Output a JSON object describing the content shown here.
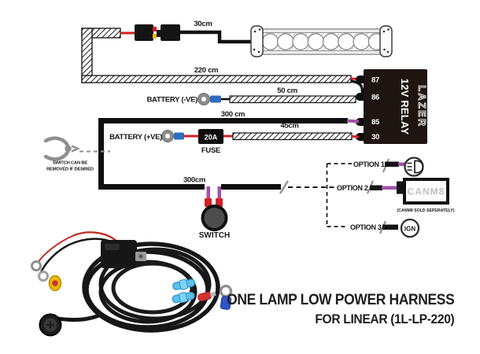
{
  "title": {
    "line1": "ONE LAMP LOW POWER HARNESS",
    "line2": "FOR LINEAR (1L-LP-220)"
  },
  "relay": {
    "name": "12V RELAY",
    "brand": "LAZER",
    "terminals": [
      "87",
      "86",
      "85",
      "30"
    ]
  },
  "labels": {
    "wire_30cm": "30cm",
    "wire_220cm": "220 cm",
    "wire_50cm": "50 cm",
    "wire_45cm": "45cm",
    "wire_300cm_top": "300 cm",
    "wire_300cm_bottom": "300cm",
    "battery_neg": "BATTERY (-VE)",
    "battery_pos": "BATTERY (+VE)",
    "fuse_rating": "20A",
    "fuse": "FUSE",
    "switch": "SWITCH",
    "switch_note_1": "SWITCH CAN BE",
    "switch_note_2": "REMOVED IF DESIRED"
  },
  "options": {
    "option1": "OPTION 1",
    "option2": "OPTION 2",
    "option3": "OPTION 3",
    "canm8": "CANM8",
    "canm8_note": "(CANM8 SOLD SEPERATELY)",
    "ign": "IGN"
  },
  "colors": {
    "wire_red": "#d41f26",
    "wire_purple": "#a052a8",
    "crimp_blue": "#2f6bbf",
    "relay_body": "#1e1410",
    "canm8_text": "#c0c0c0"
  }
}
